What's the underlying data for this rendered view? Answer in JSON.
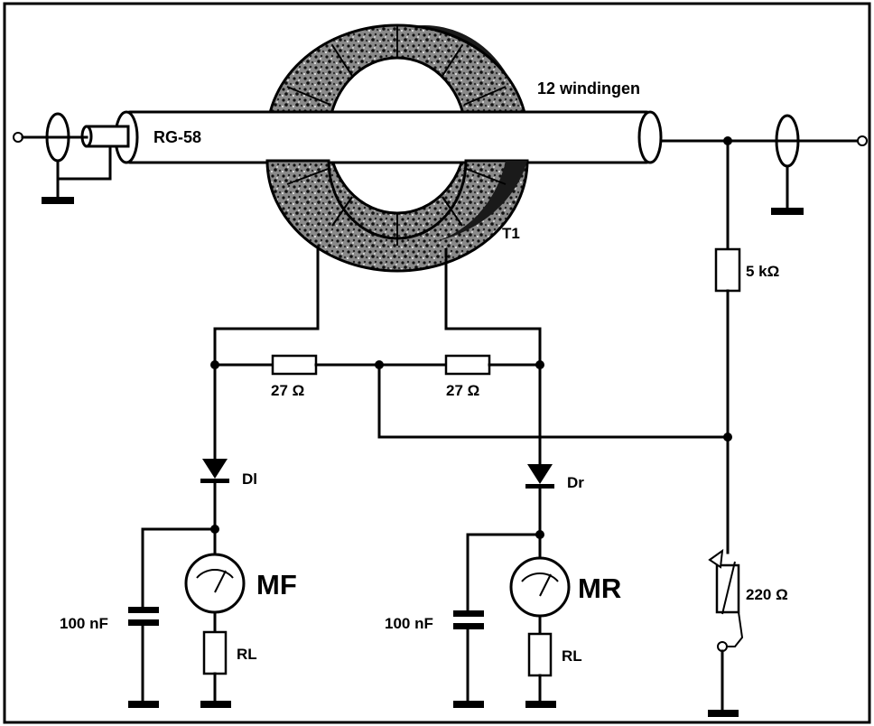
{
  "labels": {
    "coax": "RG-58",
    "windings": "12 windingen",
    "transformer": "T1",
    "r_top": "5 kΩ",
    "r_left": "27 Ω",
    "r_right": "27 Ω",
    "diode_left": "Dl",
    "diode_right": "Dr",
    "meter_left": "MF",
    "meter_right": "MR",
    "cap_left": "100 nF",
    "cap_right": "100 nF",
    "rl_left": "RL",
    "rl_right": "RL",
    "pot": "220 Ω"
  },
  "colors": {
    "ink": "#000000",
    "paper": "#ffffff",
    "core_dark": "#1a1a1a",
    "core_mid": "#6e6e6e"
  }
}
